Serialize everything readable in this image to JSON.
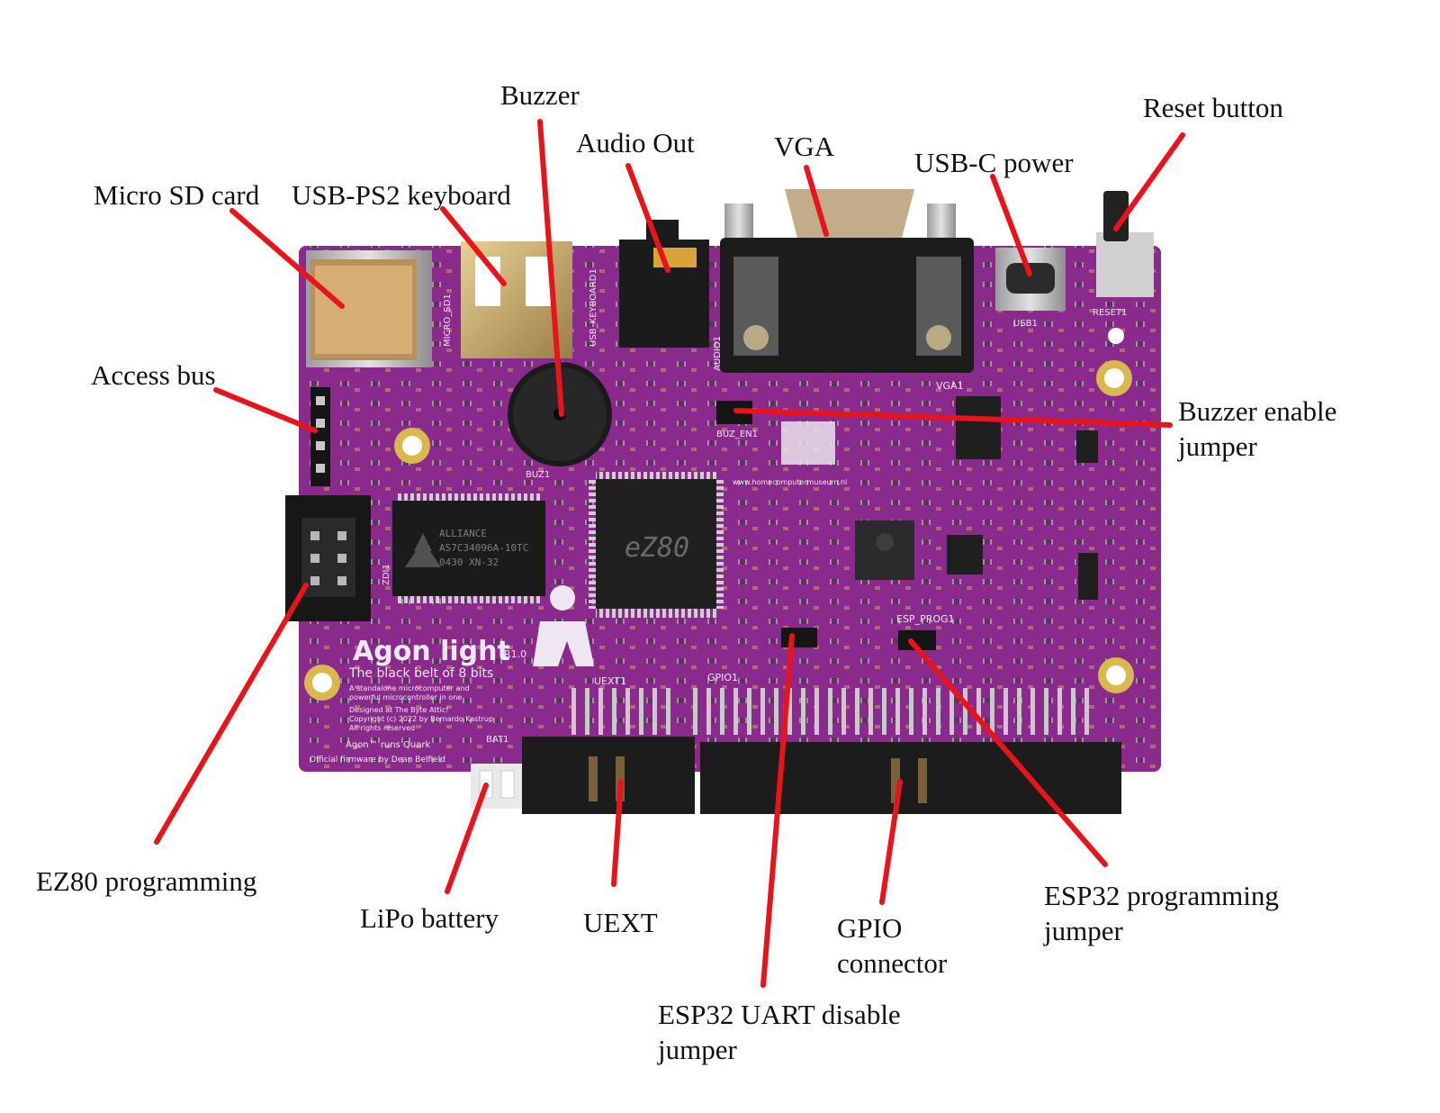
{
  "labels": {
    "micro_sd": "Micro SD card",
    "usb_ps2": "USB-PS2 keyboard",
    "buzzer": "Buzzer",
    "audio_out": "Audio Out",
    "vga": "VGA",
    "usbc_power": "USB-C power",
    "reset_button": "Reset button",
    "access_bus": "Access bus",
    "buzzer_enable": [
      "Buzzer enable",
      "jumper"
    ],
    "ez80_programming": "EZ80 programming",
    "lipo_battery": "LiPo battery",
    "uext": "UEXT",
    "gpio_connector": [
      "GPIO",
      "connector"
    ],
    "esp32_programming": [
      "ESP32 programming",
      "jumper"
    ],
    "esp32_uart": [
      "ESP32 UART disable",
      "jumper"
    ]
  },
  "board": {
    "logo": "Agon light",
    "revision": "R1.0",
    "tagline": "The black belt of 8 bits",
    "info_lines": [
      "A standalone microcomputer and",
      "powerful microcontroller in one",
      "Designed at The Byte Attic!",
      "Copyright (c) 2022 by Bernardo Kastrup",
      "All rights reserved"
    ],
    "firmware_lines": [
      "Agon™ runs Quark",
      "Official firmware by Dean Belfield"
    ],
    "website": "www.homecomputermuseum.nl",
    "ram_chip": [
      "ALLIANCE",
      "AS7C34096A-10TC",
      "0430 XN-32"
    ],
    "cpu_chip": "eZ80",
    "silkscreen": {
      "micro_sd1": "MICRO_SD1",
      "usb_keyboard1": "USB_KEYBOARD1",
      "audio1": "AUDIO1",
      "vga1": "VGA1",
      "usb1": "USB1",
      "reset1": "RESET1",
      "buz_en1": "BUZ_EN1",
      "esp_prog1": "ESP_PROG1",
      "uext1": "UEXT1",
      "gpio1": "GPIO1",
      "bat1": "BAT1",
      "zdi1": "ZDI1",
      "buz1": "BUZ1"
    }
  },
  "colors": {
    "pcb": "#8a2a8c",
    "pointer": "#e8141b"
  }
}
